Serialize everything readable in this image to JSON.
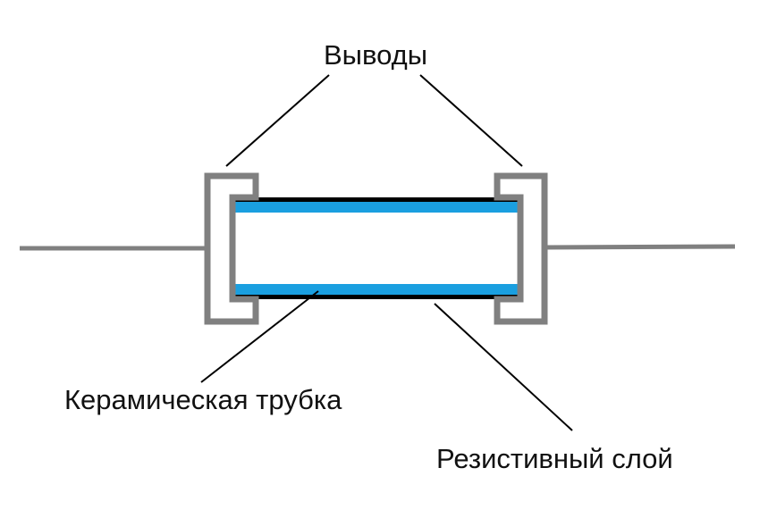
{
  "labels": {
    "leads": "Выводы",
    "ceramic_tube": "Керамическая трубка",
    "resistive_layer": "Резистивный слой"
  },
  "colors": {
    "lead": "#808080",
    "resistive_layer": "#1a9fe0",
    "outline": "#000000",
    "background": "#ffffff"
  }
}
